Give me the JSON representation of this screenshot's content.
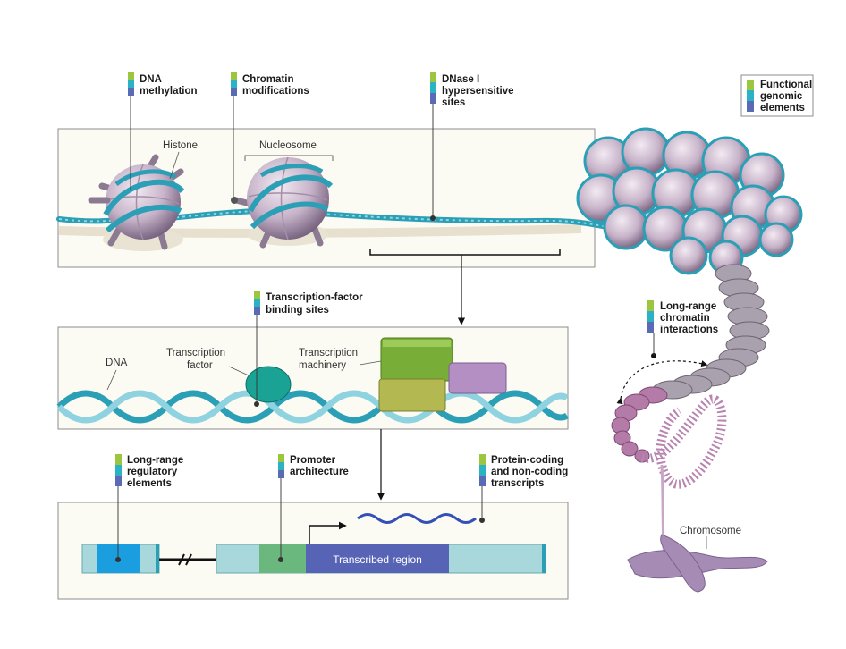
{
  "legend": {
    "lines": [
      "Functional",
      "genomic",
      "elements"
    ]
  },
  "colors": {
    "green": "#9cc63f",
    "teal": "#2bb2c4",
    "blue": "#5b6ab5",
    "dna": "#2a9fb5",
    "histone": "#b9a6bf",
    "panel": "#fbfaf3"
  },
  "tags": {
    "dna_methylation": [
      "DNA",
      "methylation"
    ],
    "chromatin_modifications": [
      "Chromatin",
      "modifications"
    ],
    "dnase": [
      "DNase I",
      "hypersensitive",
      "sites"
    ],
    "tf_binding": [
      "Transcription-factor",
      "binding sites"
    ],
    "long_range_interactions": [
      "Long-range",
      "chromatin",
      "interactions"
    ],
    "long_range_regulatory": [
      "Long-range",
      "regulatory",
      "elements"
    ],
    "promoter": [
      "Promoter",
      "architecture"
    ],
    "transcripts": [
      "Protein-coding",
      "and non-coding",
      "transcripts"
    ]
  },
  "labels": {
    "histone": "Histone",
    "nucleosome": "Nucleosome",
    "dna": "DNA",
    "tf": [
      "Transcription",
      "factor"
    ],
    "machinery": [
      "Transcription",
      "machinery"
    ],
    "transcribed": "Transcribed region",
    "chromosome": "Chromosome"
  }
}
